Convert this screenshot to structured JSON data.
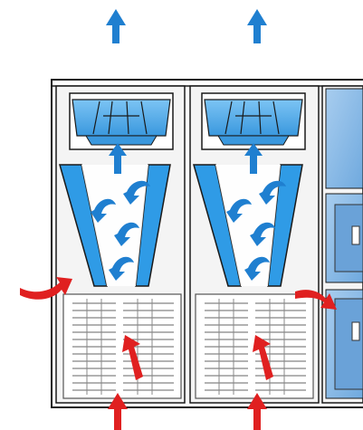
{
  "diagram": {
    "modules": [
      {
        "id": "left-module"
      },
      {
        "id": "right-module"
      }
    ],
    "arrows": {
      "exhaust_outlet": {
        "color": "#1f7fd0",
        "direction": "up",
        "count": 2
      },
      "air_inlet_bottom": {
        "color": "#e02020",
        "direction": "up",
        "count": 2
      },
      "side_intake": {
        "color": "#e02020",
        "direction": "right",
        "count": 2
      },
      "internal_flow": {
        "color": "#1f7fd0",
        "direction": "up-swirl"
      }
    },
    "colors": {
      "frame": "#1a1a1a",
      "panel_fill": "#f2f2f2",
      "coil_blue": "#2f9be6",
      "coil_edge": "#1a1a1a",
      "fan_blue": "#58b0ee",
      "cabinet_blue": "#7fb7e6",
      "louver_stroke": "#555555"
    },
    "icons": [
      "up-arrow-icon",
      "curved-arrow-icon",
      "fan-icon",
      "v-coil-icon",
      "louver-grille-icon"
    ]
  }
}
